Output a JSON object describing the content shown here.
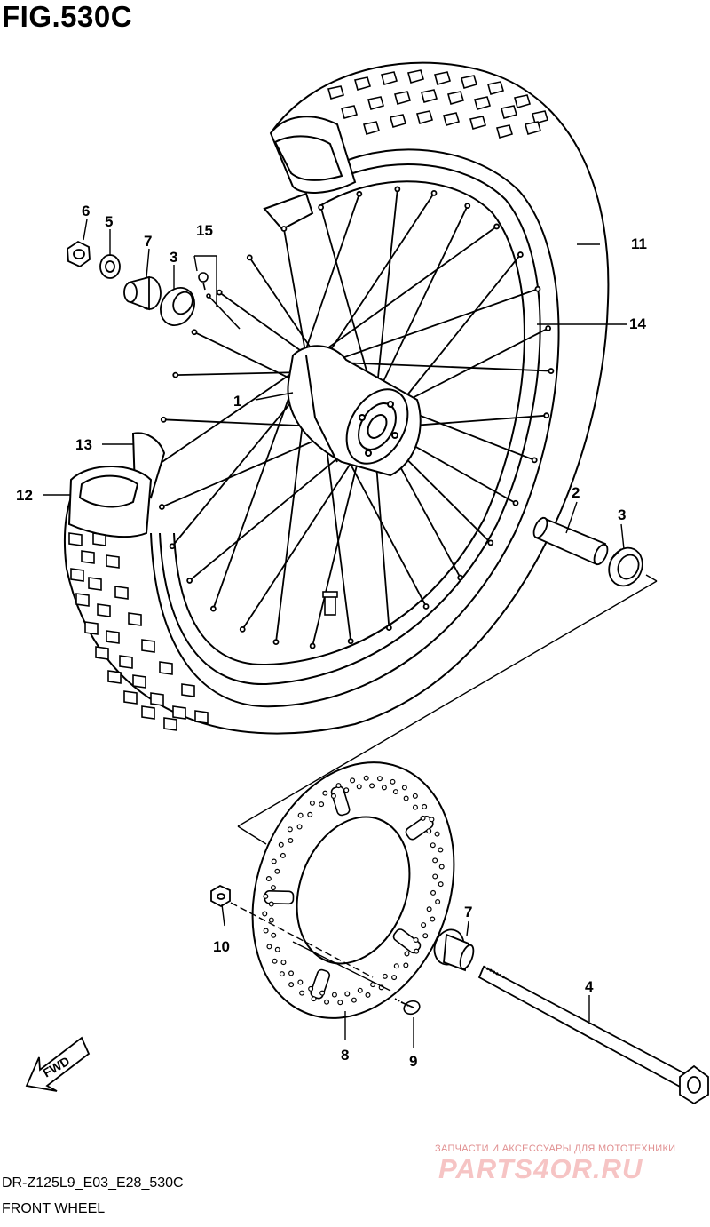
{
  "figure": {
    "title": "FIG.530C"
  },
  "footer": {
    "model_code": "DR-Z125L9_E03_E28_530C",
    "section_name": "FRONT WHEEL"
  },
  "fwd_arrow": {
    "label": "FWD"
  },
  "watermark": {
    "tagline": "ЗАПЧАСТИ И АКСЕССУАРЫ ДЛЯ МОТОТЕХНИКИ",
    "logo": "PARTS4OR.RU"
  },
  "callouts": {
    "c1": "1",
    "c2": "2",
    "c3a": "3",
    "c3b": "3",
    "c4": "4",
    "c5": "5",
    "c6": "6",
    "c7a": "7",
    "c7b": "7",
    "c8": "8",
    "c9": "9",
    "c10": "10",
    "c11": "11",
    "c12": "12",
    "c13": "13",
    "c14": "14",
    "c15": "15"
  },
  "icons": {
    "arrow": "fwd-arrow-icon"
  }
}
